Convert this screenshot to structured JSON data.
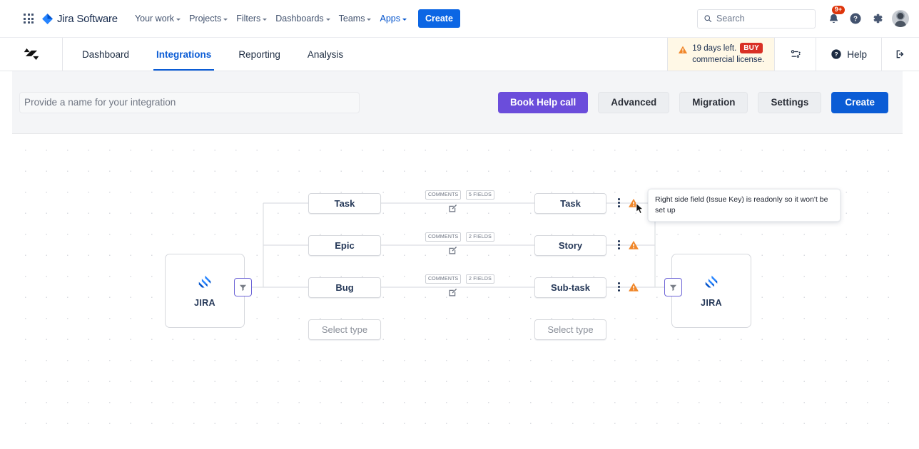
{
  "topnav": {
    "app_switcher_icon": "grid-apps-icon",
    "brand": {
      "icon": "jira-diamond-icon",
      "label": "Jira Software"
    },
    "items": [
      {
        "label": "Your work",
        "has_caret": true,
        "active": false
      },
      {
        "label": "Projects",
        "has_caret": true,
        "active": false
      },
      {
        "label": "Filters",
        "has_caret": true,
        "active": false
      },
      {
        "label": "Dashboards",
        "has_caret": true,
        "active": false
      },
      {
        "label": "Teams",
        "has_caret": true,
        "active": false
      },
      {
        "label": "Apps",
        "has_caret": true,
        "active": true
      }
    ],
    "create_label": "Create",
    "search": {
      "placeholder": "Search",
      "icon": "search-icon"
    },
    "notifications": {
      "icon": "bell-icon",
      "badge": "9+"
    },
    "help_icon": "help-circle-icon",
    "settings_icon": "gear-icon",
    "avatar_icon": "user-avatar"
  },
  "appnav": {
    "logo_icon": "exalate-logo-icon",
    "tabs": [
      {
        "label": "Dashboard",
        "active": false
      },
      {
        "label": "Integrations",
        "active": true
      },
      {
        "label": "Reporting",
        "active": false
      },
      {
        "label": "Analysis",
        "active": false
      }
    ],
    "license": {
      "icon": "warning-triangle-icon",
      "line1": "19 days left.",
      "buy_label": "BUY",
      "line2": "commercial license."
    },
    "admin_icon": "settings-sliders-icon",
    "help": {
      "icon": "help-circle-icon",
      "label": "Help"
    },
    "logout_icon": "logout-icon"
  },
  "toolbar": {
    "name_placeholder": "Provide a name for your integration",
    "name_value": "",
    "buttons": [
      {
        "label": "Book Help call",
        "style": "purple"
      },
      {
        "label": "Advanced",
        "style": "ghost"
      },
      {
        "label": "Migration",
        "style": "ghost"
      },
      {
        "label": "Settings",
        "style": "ghost"
      },
      {
        "label": "Create",
        "style": "blue"
      }
    ]
  },
  "canvas": {
    "left_system": {
      "label": "JIRA",
      "icon": "jira-logo-icon",
      "filter_icon": "filter-funnel-icon"
    },
    "right_system": {
      "label": "JIRA",
      "icon": "jira-logo-icon",
      "filter_icon": "filter-funnel-icon"
    },
    "rows": [
      {
        "left_type": "Task",
        "right_type": "Task",
        "badges": [
          "COMMENTS",
          "5 FIELDS"
        ],
        "edit_icon": "edit-pencil-icon",
        "kebab_icon": "more-vertical-icon",
        "warning_icon": "warning-triangle-icon"
      },
      {
        "left_type": "Epic",
        "right_type": "Story",
        "badges": [
          "COMMENTS",
          "2 FIELDS"
        ],
        "edit_icon": "edit-pencil-icon",
        "kebab_icon": "more-vertical-icon",
        "warning_icon": "warning-triangle-icon"
      },
      {
        "left_type": "Bug",
        "right_type": "Sub-task",
        "badges": [
          "COMMENTS",
          "2 FIELDS"
        ],
        "edit_icon": "edit-pencil-icon",
        "kebab_icon": "more-vertical-icon",
        "warning_icon": "warning-triangle-icon"
      }
    ],
    "left_placeholder": "Select type",
    "right_placeholder": "Select type",
    "tooltip": "Right side field (Issue Key) is readonly so it won't be set up",
    "cursor_icon": "mouse-pointer-icon"
  },
  "colors": {
    "accent_blue": "#0b5cd5",
    "jira_blue": "#0c66e4",
    "purple": "#6b4ddb",
    "warning_orange": "#f0872a",
    "danger_red": "#d93025",
    "filter_outline": "#8b7fe8"
  }
}
